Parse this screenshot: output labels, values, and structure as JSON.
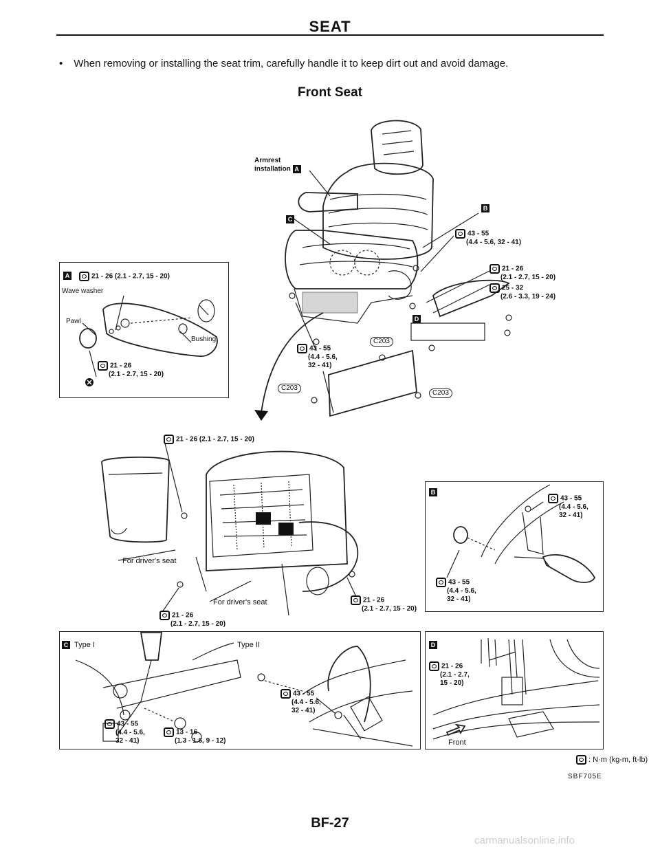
{
  "header": {
    "title": "SEAT"
  },
  "note": {
    "bullet": "•",
    "text": "When removing or installing the seat trim, carefully handle it to keep dirt out and avoid damage."
  },
  "section_title": "Front Seat",
  "main_view": {
    "armrest_label_1": "Armrest",
    "armrest_label_2": "installation",
    "callout_a": "A",
    "callout_b": "B",
    "callout_c": "C",
    "callout_d": "D",
    "torque_1_a": "43 - 55",
    "torque_1_b": "(4.4 - 5.6, 32 - 41)",
    "torque_2_a": "21 - 26",
    "torque_2_b": "(2.1 - 2.7, 15 - 20)",
    "torque_3_a": "25 - 32",
    "torque_3_b": "(2.6 - 3.3, 19 - 24)",
    "torque_4_a": "43 - 55",
    "torque_4_b": "(4.4 - 5.6,",
    "torque_4_c": "32 - 41)",
    "clip_1": "C203",
    "clip_2": "C203",
    "clip_3": "C203"
  },
  "panel_a": {
    "badge": "A",
    "torque_a": "21 - 26 (2.1 - 2.7, 15 - 20)",
    "wave_washer": "Wave washer",
    "pawl": "Pawl",
    "bushing": "Bushing",
    "torque_b_1": "21 - 26",
    "torque_b_2": "(2.1 - 2.7, 15 - 20)"
  },
  "back_view": {
    "torque_top": "21 - 26 (2.1 - 2.7, 15 - 20)",
    "for_driver_1": "For driver's seat",
    "for_driver_2": "For driver's seat",
    "torque_right_a": "21 - 26",
    "torque_right_b": "(2.1 - 2.7, 15 - 20)",
    "torque_left_a": "21 - 26",
    "torque_left_b": "(2.1 - 2.7, 15 - 20)"
  },
  "panel_b": {
    "badge": "B",
    "torque_1_a": "43 - 55",
    "torque_1_b": "(4.4 - 5.6,",
    "torque_1_c": "32 - 41)",
    "torque_2_a": "43 - 55",
    "torque_2_b": "(4.4 - 5.6,",
    "torque_2_c": "32 - 41)"
  },
  "panel_c": {
    "badge": "C",
    "type1": "Type I",
    "type2": "Type II",
    "torque_1_a": "43 - 55",
    "torque_1_b": "(4.4 - 5.6,",
    "torque_1_c": "32 - 41)",
    "torque_2_a": "13 - 16",
    "torque_2_b": "(1.3 - 1.6, 9 - 12)",
    "torque_3_a": "43 - 55",
    "torque_3_b": "(4.4 - 5.6,",
    "torque_3_c": "32 - 41)"
  },
  "panel_d": {
    "badge": "D",
    "torque_a": "21 - 26",
    "torque_b": "(2.1 - 2.7,",
    "torque_c": "15 - 20)",
    "front": "Front"
  },
  "legend": {
    "unit": ": N·m (kg-m, ft-lb)",
    "code": "SBF705E"
  },
  "footer": {
    "page": "BF-27"
  },
  "watermark": "carmanualsonline.info"
}
